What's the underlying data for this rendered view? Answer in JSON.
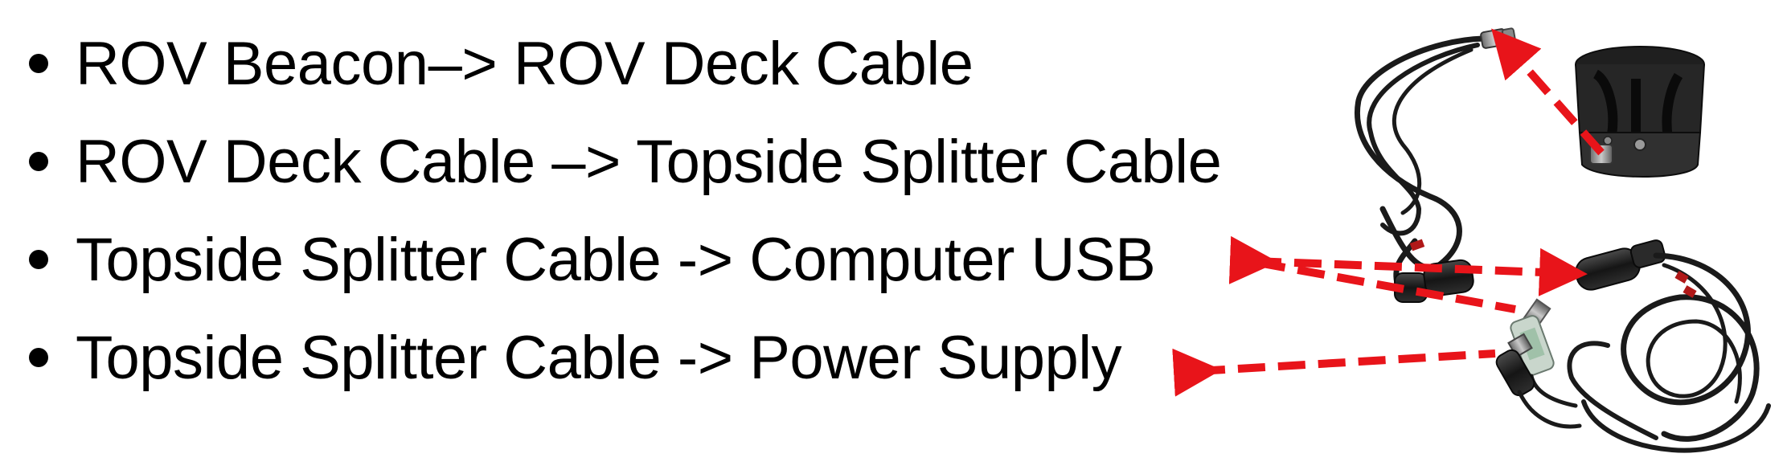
{
  "bullets": [
    {
      "text": "ROV Beacon–> ROV Deck Cable"
    },
    {
      "text": "ROV Deck Cable –> Topside Splitter Cable"
    },
    {
      "text": "Topside Splitter Cable -> Computer USB"
    },
    {
      "text": "Topside Splitter Cable -> Power Supply"
    }
  ],
  "colors": {
    "text": "#000000",
    "arrow": "#e8141a",
    "cable": "#1a1a1a",
    "beacon": "#2b2b2b"
  },
  "images": [
    {
      "name": "rov-deck-cable",
      "icon": "coiled-cable-icon"
    },
    {
      "name": "rov-beacon",
      "icon": "beacon-housing-icon"
    },
    {
      "name": "topside-splitter-cable",
      "icon": "splitter-cable-icon"
    }
  ]
}
